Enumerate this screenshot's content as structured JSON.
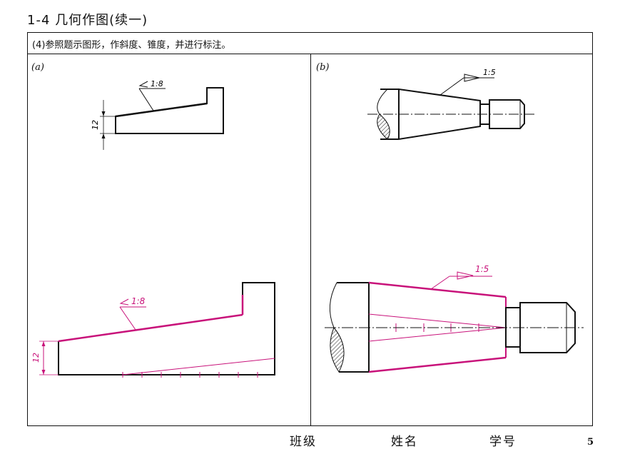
{
  "header": {
    "title": "1-4  几何作图(续一)"
  },
  "instruction": {
    "text": "(4)参照题示图形，作斜度、锥度，并进行标注。"
  },
  "panels": {
    "a": {
      "label": "(a)",
      "example": {
        "slope_label": "1:8",
        "dimension": "12"
      },
      "solution": {
        "slope_label": "1:8",
        "dimension": "12"
      }
    },
    "b": {
      "label": "(b)",
      "example": {
        "taper_label": "1:5"
      },
      "solution": {
        "taper_label": "1:5"
      }
    }
  },
  "footer": {
    "class_label": "班级",
    "name_label": "姓名",
    "id_label": "学号",
    "page_number": "5"
  },
  "colors": {
    "ink": "#111111",
    "accent": "#c8127a"
  }
}
